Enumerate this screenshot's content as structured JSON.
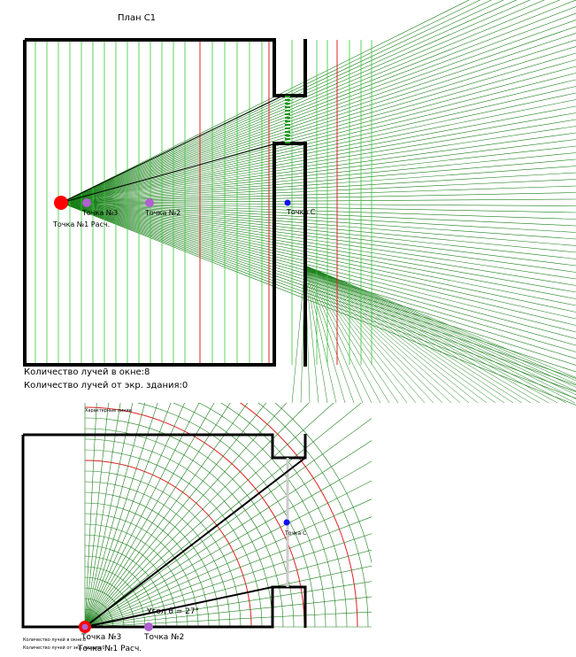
{
  "top_plan": {
    "title": "План С1",
    "rays_in_window": "Количество лучей в окне:8",
    "rays_from_screen": "Количество лучей от экр. здания:0",
    "points": {
      "p1": "Точка №1 Расч.",
      "p2": "Точка №2",
      "p3": "Точка №3",
      "pc": "Точка С"
    }
  },
  "bottom_plan": {
    "header": "Характерные линии",
    "angle_label": "Угол θ = 27°",
    "rays_in_window": "Количество лучей в окне:8",
    "rays_from_screen": "Количество лучей от экр. здания:0",
    "points": {
      "p1": "Точка №1 Расч.",
      "p2": "Точка №2",
      "p3": "Точка №3",
      "pc": "Точка С"
    }
  },
  "colors": {
    "wall": "#000000",
    "ray": "#1a7f1a",
    "ray_light": "#33cc33",
    "accent_line": "#e02020",
    "point_main": "#ff0000",
    "point_aux": "#b060d0",
    "point_c": "#1010ee"
  }
}
